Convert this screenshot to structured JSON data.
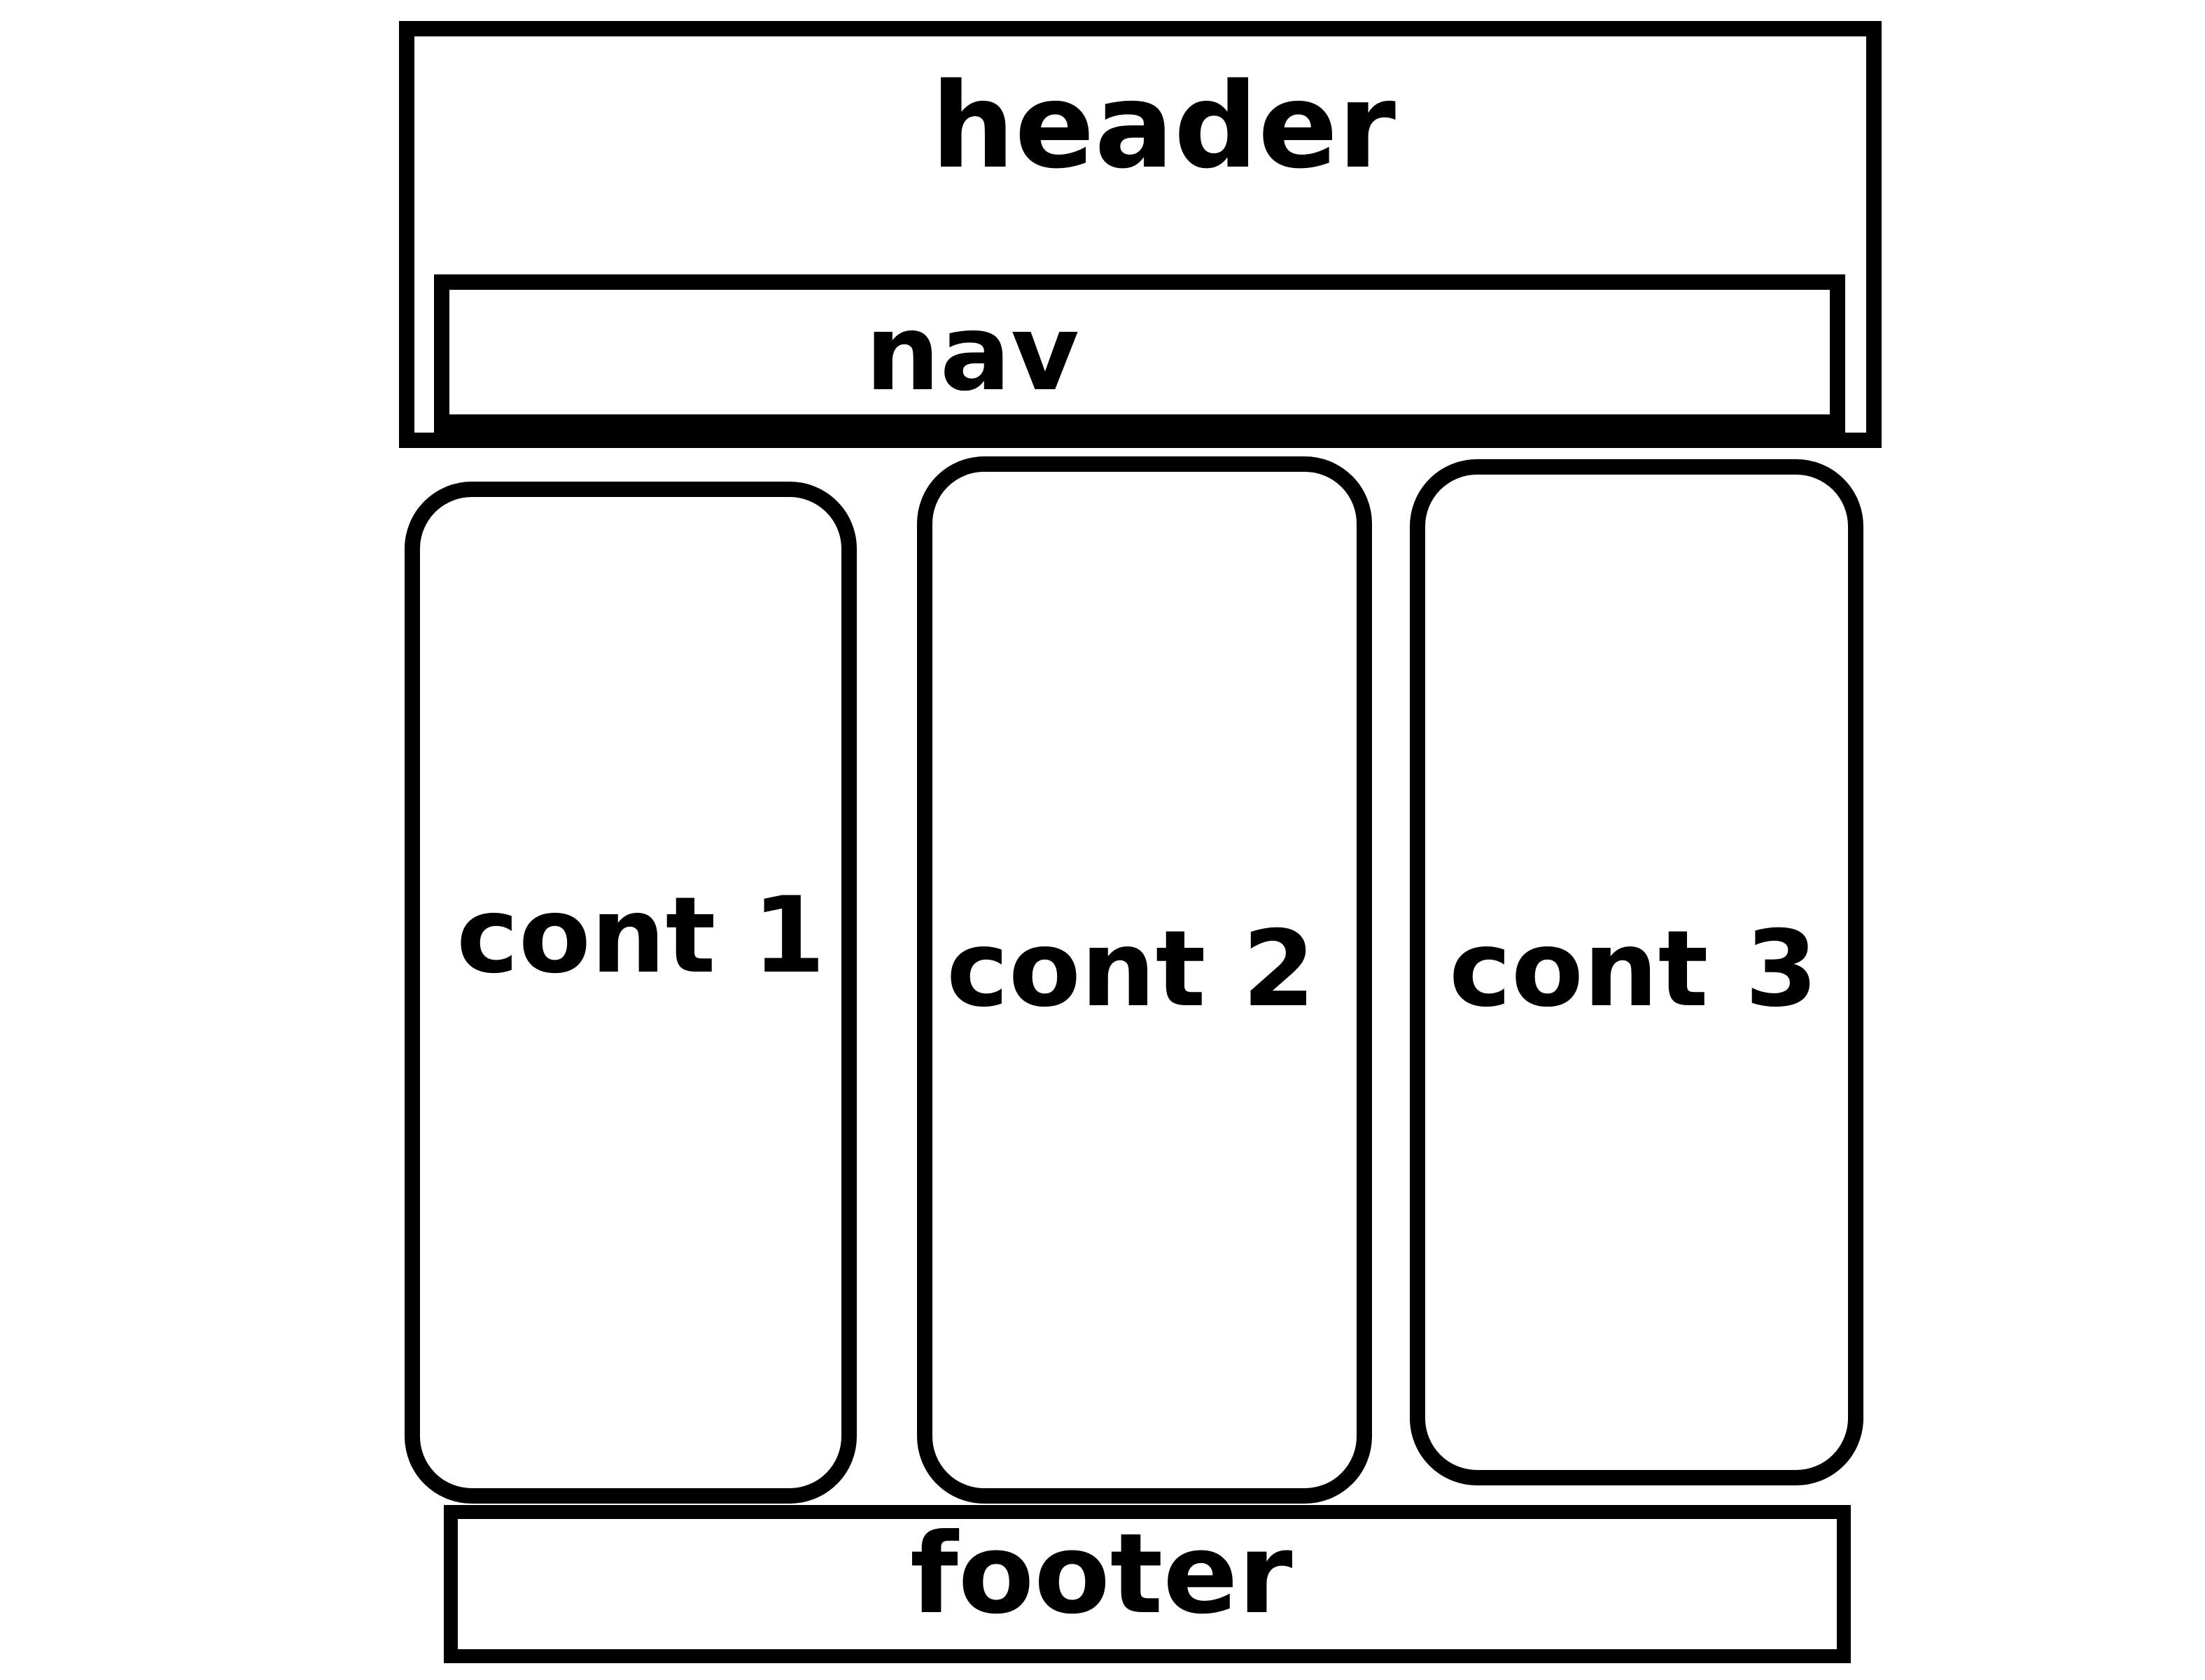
{
  "diagram": {
    "header": {
      "label": "header"
    },
    "nav": {
      "label": "nav"
    },
    "columns": [
      {
        "label": "cont 1"
      },
      {
        "label": "cont 2"
      },
      {
        "label": "cont 3"
      }
    ],
    "footer": {
      "label": "footer"
    },
    "colors": {
      "stroke": "#000000",
      "background": "#ffffff"
    }
  }
}
